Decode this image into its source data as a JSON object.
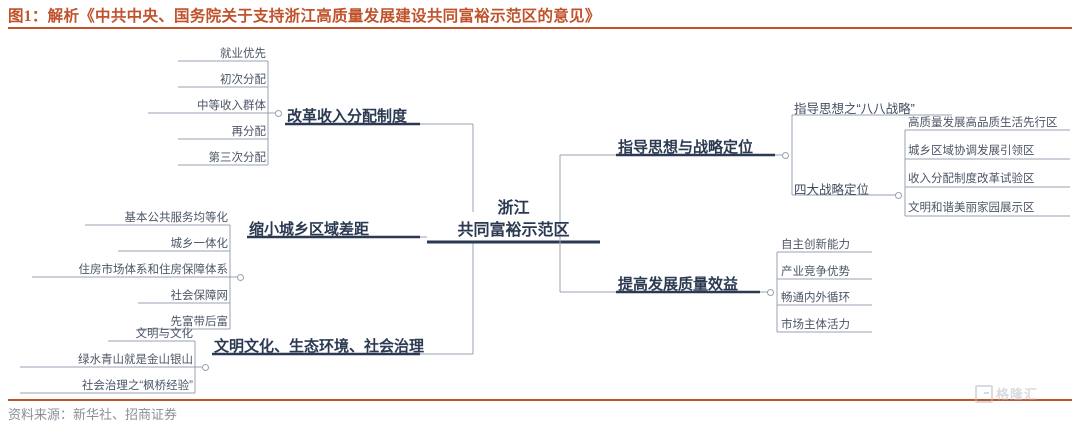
{
  "header": {
    "title": "图1：解析《中共中央、国务院关于支持浙江高质量发展建设共同富裕示范区的意见》"
  },
  "footer": {
    "source": "资料来源：新华社、招商证券"
  },
  "watermark": {
    "text": "格隆汇",
    "icon": "logo-mark-icon"
  },
  "colors": {
    "accent": "#c0522c",
    "node_dark": "#2b3a52",
    "line": "#9aa2b0",
    "leaf_text": "#4c5666",
    "source_text": "#8a8f98"
  },
  "mindmap": {
    "center": {
      "line1": "浙江",
      "line2": "共同富裕示范区"
    },
    "branches": [
      {
        "id": "reform-income-distribution",
        "label": "改革收入分配制度",
        "side": "left",
        "leaves": [
          "就业优先",
          "初次分配",
          "中等收入群体",
          "再分配",
          "第三次分配"
        ]
      },
      {
        "id": "narrow-urban-rural-gap",
        "label": "缩小城乡区域差距",
        "side": "left",
        "leaves": [
          "基本公共服务均等化",
          "城乡一体化",
          "住房市场体系和住房保障体系",
          "社会保障网",
          "先富带后富"
        ]
      },
      {
        "id": "culture-ecology-governance",
        "label": "文明文化、生态环境、社会治理",
        "side": "left",
        "leaves": [
          "文明与文化",
          "绿水青山就是金山银山",
          "社会治理之“枫桥经验”"
        ]
      },
      {
        "id": "guiding-ideology-strategy",
        "label": "指导思想与战略定位",
        "side": "right",
        "subnodes": [
          {
            "label": "指导思想之“八八战略”",
            "leaves": []
          },
          {
            "label": "四大战略定位",
            "leaves": [
              "高质量发展高品质生活先行区",
              "城乡区域协调发展引领区",
              "收入分配制度改革试验区",
              "文明和谐美丽家园展示区"
            ]
          }
        ]
      },
      {
        "id": "improve-quality-efficiency",
        "label": "提高发展质量效益",
        "side": "right",
        "leaves": [
          "自主创新能力",
          "产业竞争优势",
          "畅通内外循环",
          "市场主体活力"
        ]
      }
    ]
  }
}
